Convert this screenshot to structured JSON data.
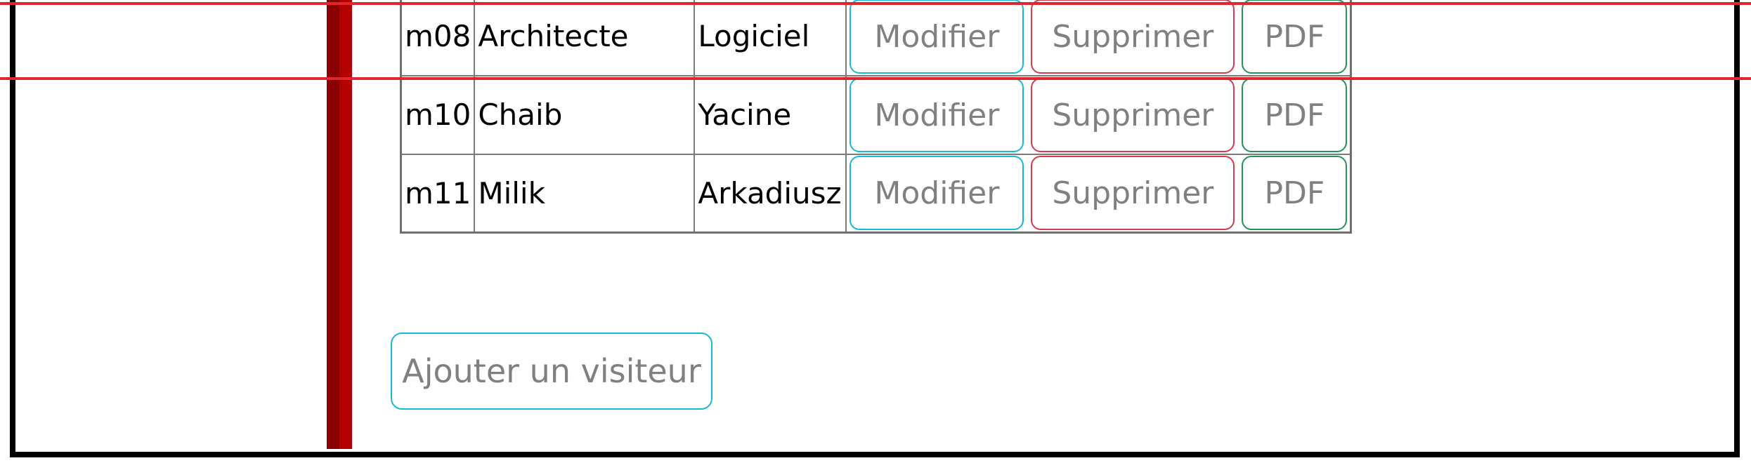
{
  "table": {
    "rows": [
      {
        "id": "m08",
        "nom": "Architecte",
        "prenom": "Logiciel"
      },
      {
        "id": "m10",
        "nom": "Chaib",
        "prenom": "Yacine"
      },
      {
        "id": "m11",
        "nom": "Milik",
        "prenom": "Arkadiusz"
      }
    ],
    "actions": {
      "modify_label": "Modifier",
      "delete_label": "Supprimer",
      "pdf_label": "PDF"
    }
  },
  "add_button_label": "Ajouter un visiteur",
  "colors": {
    "modify_border": "#17b9d6",
    "delete_border": "#d63a4d",
    "pdf_border": "#24935a",
    "sidebar_bar": "#8b0000",
    "guide_line": "#e0262d"
  }
}
